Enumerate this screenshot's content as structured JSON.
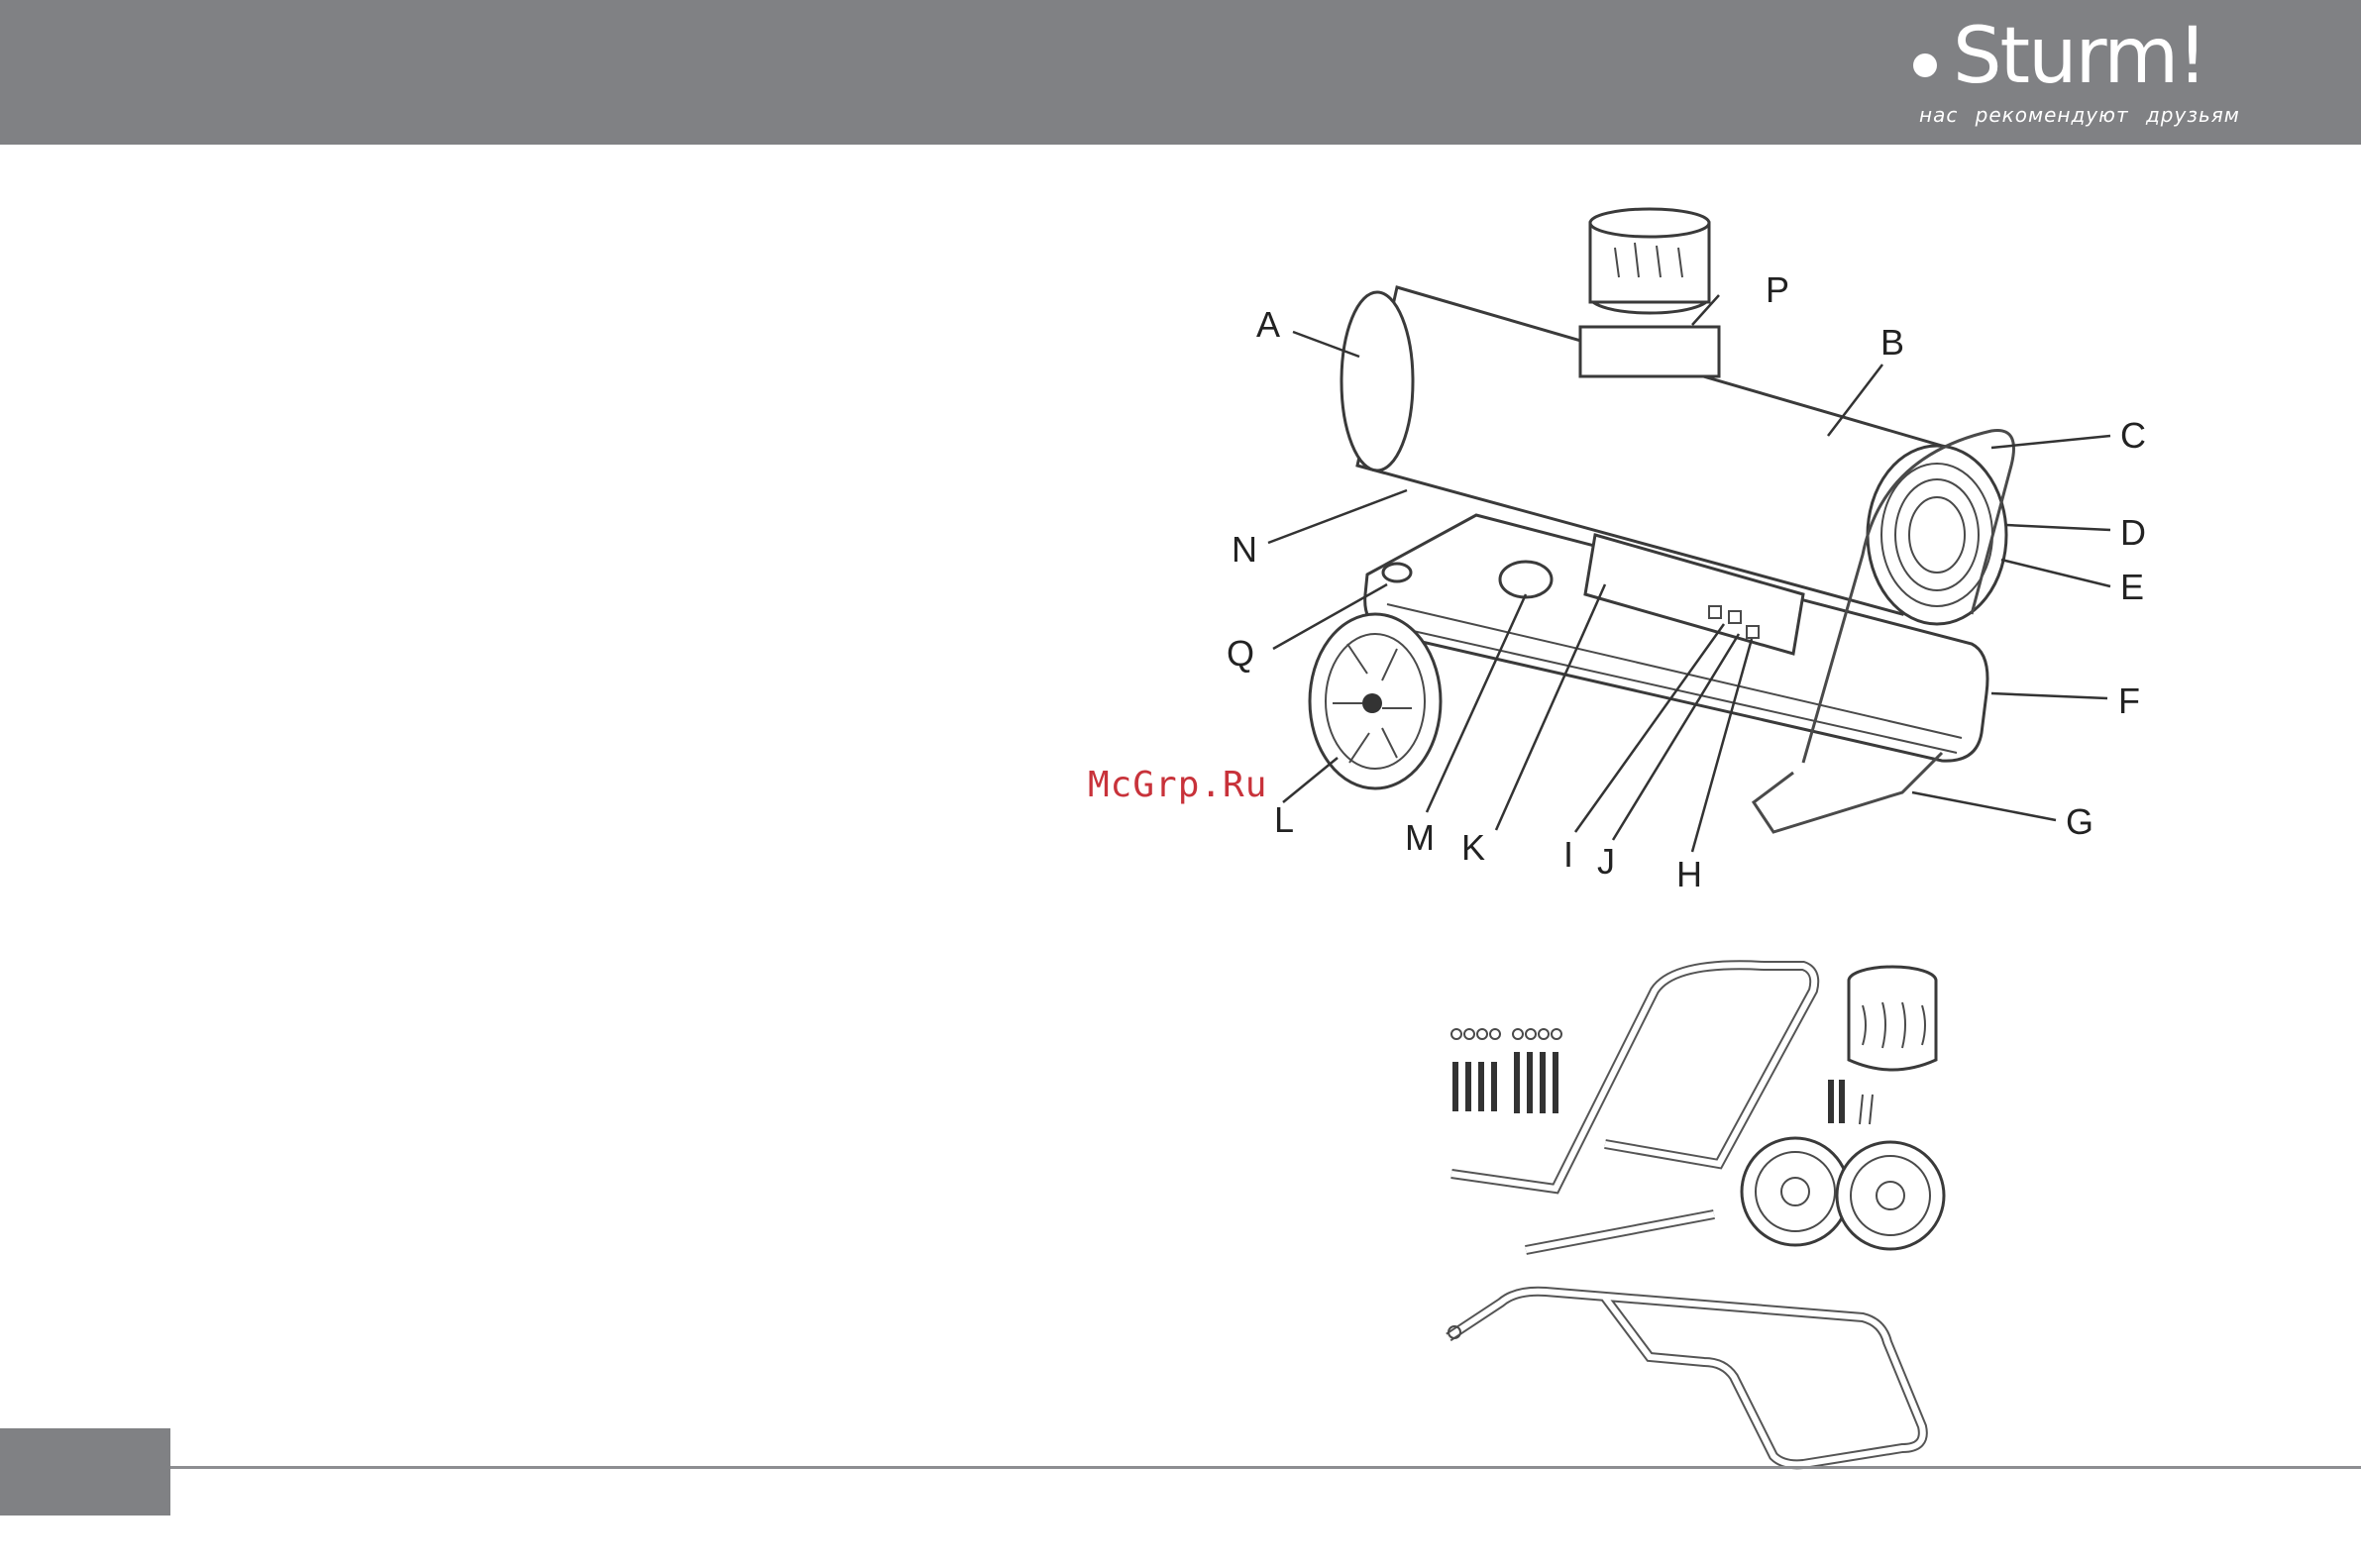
{
  "header": {
    "brand_name": "Sturm!",
    "brand_tagline": "нас рекомендуют друзьям",
    "background_color": "#808184"
  },
  "diagram": {
    "labels": [
      "A",
      "B",
      "C",
      "D",
      "E",
      "F",
      "G",
      "H",
      "I",
      "J",
      "K",
      "L",
      "M",
      "N",
      "P",
      "Q"
    ]
  },
  "watermark": "McGrp.Ru"
}
